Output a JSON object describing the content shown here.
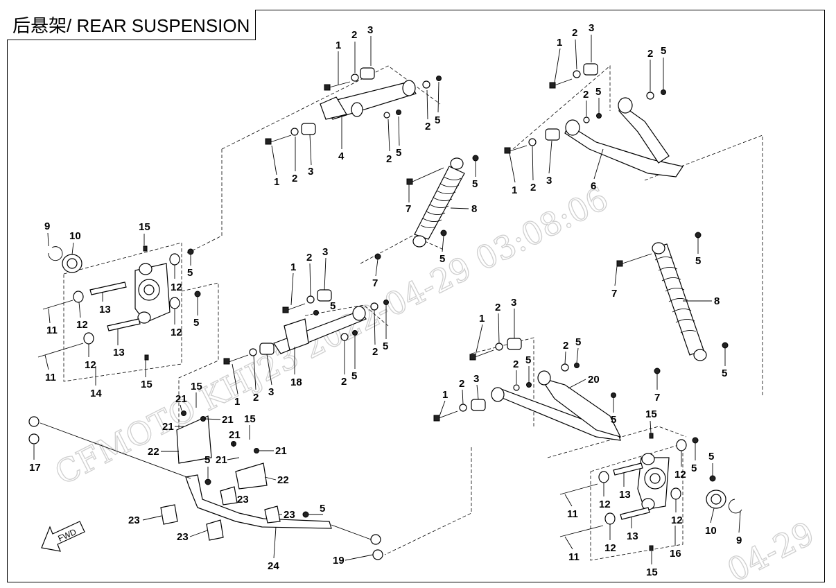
{
  "title": "后悬架/ REAR SUSPENSION",
  "watermark": {
    "line1": "CFMOTO  KHJ23  2022-04-29  03:08:06",
    "corner": "04-29",
    "color": "#cfcfcf"
  },
  "fwd_label": "FWD",
  "callouts": [
    "1",
    "2",
    "3",
    "4",
    "5",
    "6",
    "7",
    "8",
    "9",
    "10",
    "11",
    "12",
    "13",
    "14",
    "15",
    "16",
    "17",
    "18",
    "19",
    "20",
    "21",
    "22",
    "23",
    "24"
  ]
}
